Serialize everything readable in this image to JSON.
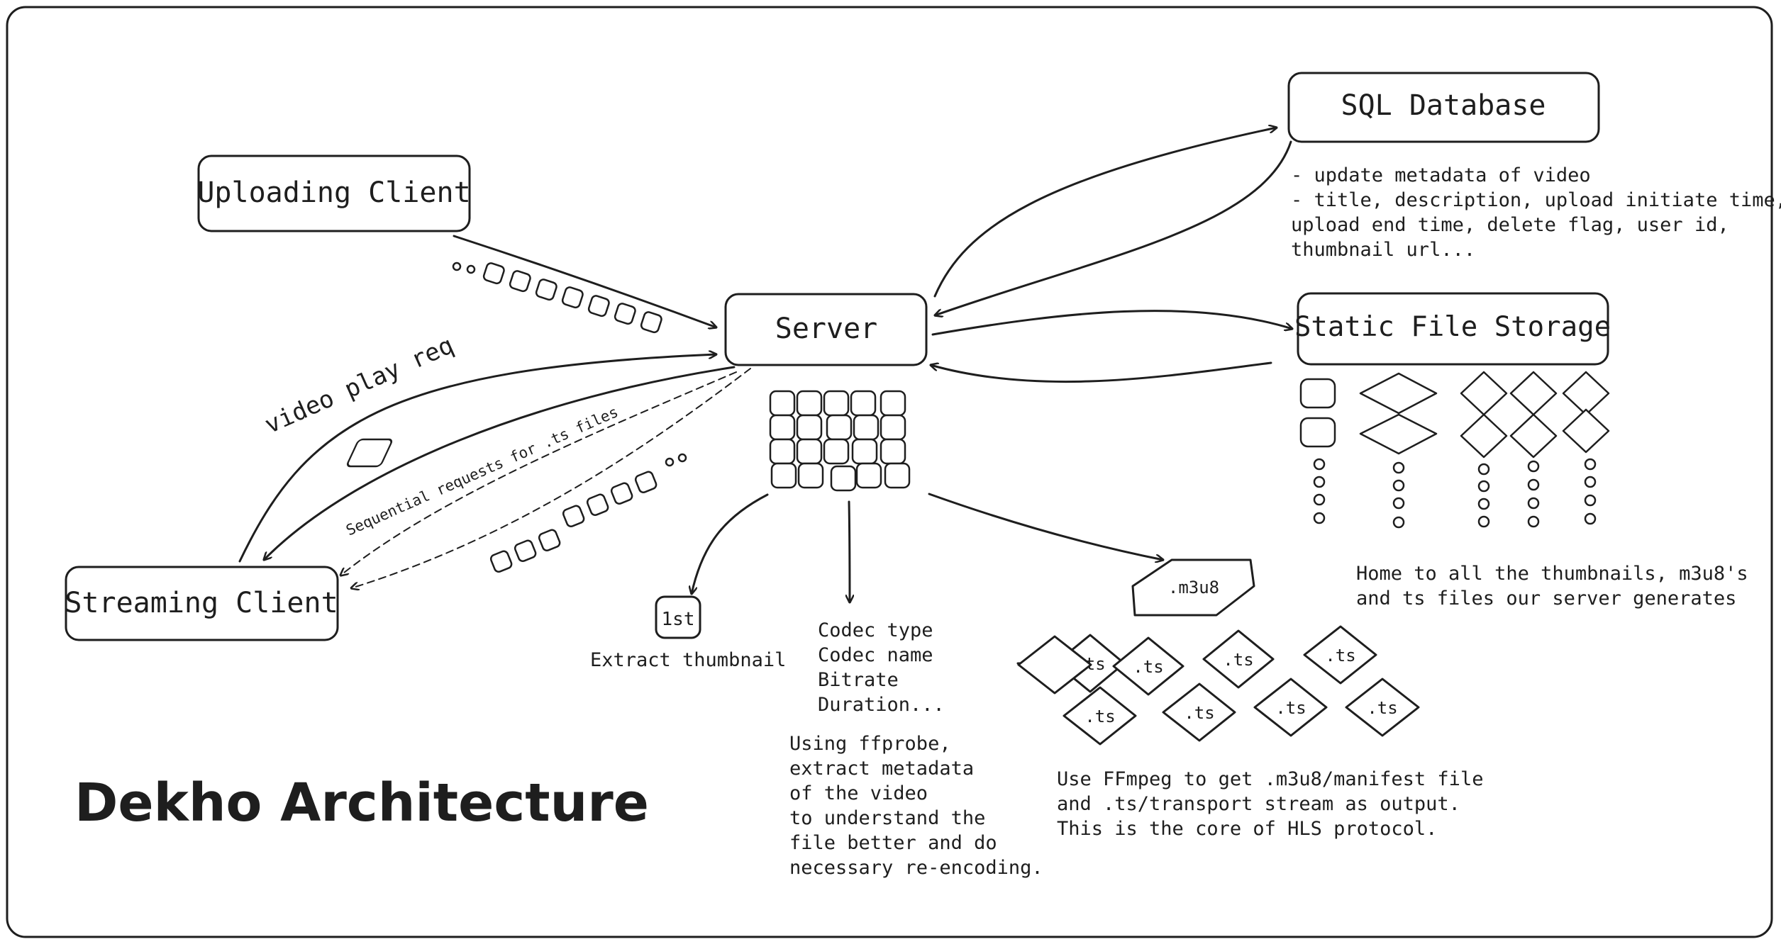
{
  "title": "Dekho Architecture",
  "nodes": {
    "uploading_client": "Uploading Client",
    "server": "Server",
    "streaming_client": "Streaming Client",
    "sql_database": "SQL Database",
    "static_file_storage": "Static File Storage"
  },
  "labels": {
    "video_play_req": "video play req",
    "sequential_requests": "Sequential requests for .ts files",
    "first_frame": "1st",
    "extract_thumbnail": "Extract thumbnail",
    "m3u8": ".m3u8",
    "ts": ".ts"
  },
  "notes": {
    "sql": [
      "- update metadata of video",
      "- title, description, upload initiate time,",
      "upload end time, delete flag, user id,",
      "thumbnail url..."
    ],
    "storage": [
      "Home to all the thumbnails, m3u8's",
      "and ts files our server generates"
    ],
    "codec": [
      "Codec type",
      "Codec name",
      "Bitrate",
      "Duration..."
    ],
    "ffprobe": [
      "Using ffprobe,",
      "extract metadata",
      "of the video",
      "to understand the",
      "file better and do",
      "necessary re-encoding."
    ],
    "ffmpeg": [
      "Use FFmpeg to get .m3u8/manifest file",
      "and .ts/transport stream as output.",
      "This is the core of HLS protocol."
    ]
  },
  "colors": {
    "ink": "#1e1e1e",
    "background": "#ffffff"
  }
}
